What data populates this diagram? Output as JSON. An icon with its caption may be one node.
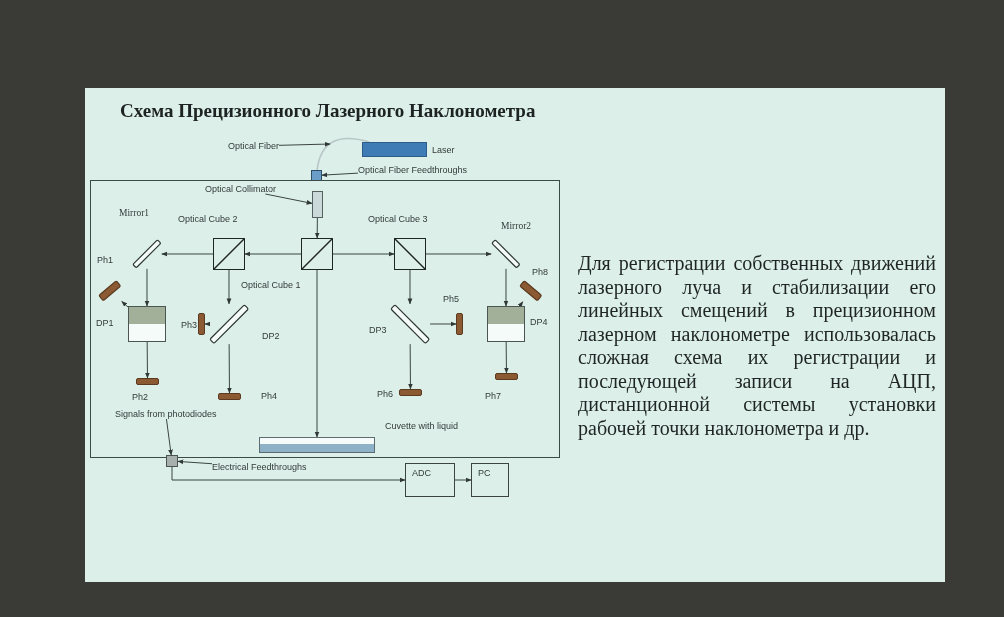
{
  "diagram": {
    "title": "Схема Прецизионного Лазерного Наклонометра",
    "nodes": [
      {
        "text": [
          "Optical Fiber"
        ]
      },
      {
        "text": [],
        "shape": "box",
        "beside": [
          "Laser"
        ]
      },
      {
        "text": [
          "Optical Fiber Feedthroughs"
        ]
      },
      {
        "text": [],
        "shape": "box"
      },
      {
        "text": [],
        "shape": "box"
      },
      {
        "text": [
          "Optical Collimator"
        ],
        "in": 4
      },
      {
        "text": [],
        "shape": "box",
        "in": 4
      },
      {
        "text": [],
        "shape": "bar",
        "beside": [
          "Mirror1"
        ],
        "in": 4
      },
      {
        "text": [],
        "shape": "box",
        "beside": [
          "Optical Cube 2"
        ],
        "in": 4
      },
      {
        "text": [],
        "shape": "box",
        "beside": [
          "Optical Cube 1"
        ],
        "in": 4
      },
      {
        "text": [],
        "shape": "box",
        "beside": [
          "Optical Cube 3"
        ],
        "in": 4
      },
      {
        "text": [],
        "shape": "bar",
        "beside": [
          "Mirror2"
        ],
        "in": 4
      },
      {
        "text": [],
        "shape": "bar",
        "beside": [
          "Ph1"
        ],
        "in": 4
      },
      {
        "text": [],
        "shape": "box",
        "beside": [
          "DP1"
        ],
        "in": 4
      },
      {
        "text": [],
        "shape": "bar",
        "beside": [
          "Ph2"
        ],
        "in": 4
      },
      {
        "text": [],
        "shape": "bar",
        "beside": [
          "Ph3"
        ],
        "in": 4
      },
      {
        "text": [],
        "shape": "bar",
        "beside": [
          "DP2"
        ],
        "in": 4
      },
      {
        "text": [],
        "shape": "bar",
        "beside": [
          "Ph4"
        ],
        "in": 4
      },
      {
        "text": [],
        "shape": "bar",
        "beside": [
          "DP3"
        ],
        "in": 4
      },
      {
        "text": [],
        "shape": "bar",
        "beside": [
          "Ph5"
        ],
        "in": 4
      },
      {
        "text": [],
        "shape": "bar",
        "beside": [
          "Ph6"
        ],
        "in": 4
      },
      {
        "text": [],
        "shape": "box",
        "beside": [
          "DP4"
        ],
        "in": 4
      },
      {
        "text": [],
        "shape": "bar",
        "beside": [
          "Ph8"
        ],
        "in": 4
      },
      {
        "text": [],
        "shape": "bar",
        "beside": [
          "Ph7"
        ],
        "in": 4
      },
      {
        "text": [],
        "shape": "box",
        "beside": [
          "Cuvette with liquid"
        ],
        "in": 4
      },
      {
        "text": [
          "Signals from photodiodes"
        ],
        "in": 4
      },
      {
        "text": [],
        "shape": "box"
      },
      {
        "text": [
          "Electrical Feedthroughs"
        ]
      },
      {
        "text": [
          "ADC"
        ]
      },
      {
        "text": [
          "PC"
        ]
      }
    ],
    "edges": [
      {
        "from": 1,
        "to": 3,
        "arrow": "none",
        "color": "#b9c6c6"
      },
      {
        "from": 0,
        "to": null,
        "arrow": "to"
      },
      {
        "from": 2,
        "to": 3,
        "arrow": "to"
      },
      {
        "from": 5,
        "to": 6,
        "arrow": "to"
      },
      {
        "from": 6,
        "to": 9,
        "arrow": "to"
      },
      {
        "from": 9,
        "to": 8,
        "arrow": "to"
      },
      {
        "from": 8,
        "to": 7,
        "arrow": "to"
      },
      {
        "from": 9,
        "to": 10,
        "arrow": "to"
      },
      {
        "from": 10,
        "to": 11,
        "arrow": "to"
      },
      {
        "from": 9,
        "to": 24,
        "arrow": "to"
      },
      {
        "from": 7,
        "to": 13,
        "arrow": "to"
      },
      {
        "from": 13,
        "to": 12,
        "arrow": "to"
      },
      {
        "from": 13,
        "to": 14,
        "arrow": "to"
      },
      {
        "from": 8,
        "to": 16,
        "arrow": "to"
      },
      {
        "from": 16,
        "to": 15,
        "arrow": "to"
      },
      {
        "from": 16,
        "to": 17,
        "arrow": "to"
      },
      {
        "from": 10,
        "to": 18,
        "arrow": "to"
      },
      {
        "from": 18,
        "to": 19,
        "arrow": "to"
      },
      {
        "from": 18,
        "to": 20,
        "arrow": "to"
      },
      {
        "from": 11,
        "to": 21,
        "arrow": "to"
      },
      {
        "from": 21,
        "to": 22,
        "arrow": "to"
      },
      {
        "from": 21,
        "to": 23,
        "arrow": "to"
      },
      {
        "from": 25,
        "to": 26,
        "arrow": "to"
      },
      {
        "from": 27,
        "to": 26,
        "arrow": "to"
      },
      {
        "from": 26,
        "to": 28,
        "arrow": "to"
      },
      {
        "from": 28,
        "to": 29,
        "arrow": "to"
      }
    ],
    "labels": [
      "Для регистрации собственных движений лазерного луча и стабилизации его линейных смещений в прецизионном лазерном наклонометре использовалась сложная схема их регистрации и последующей записи на АЦП, дистанционной системы установки рабочей точки наклонометра и др."
    ]
  }
}
